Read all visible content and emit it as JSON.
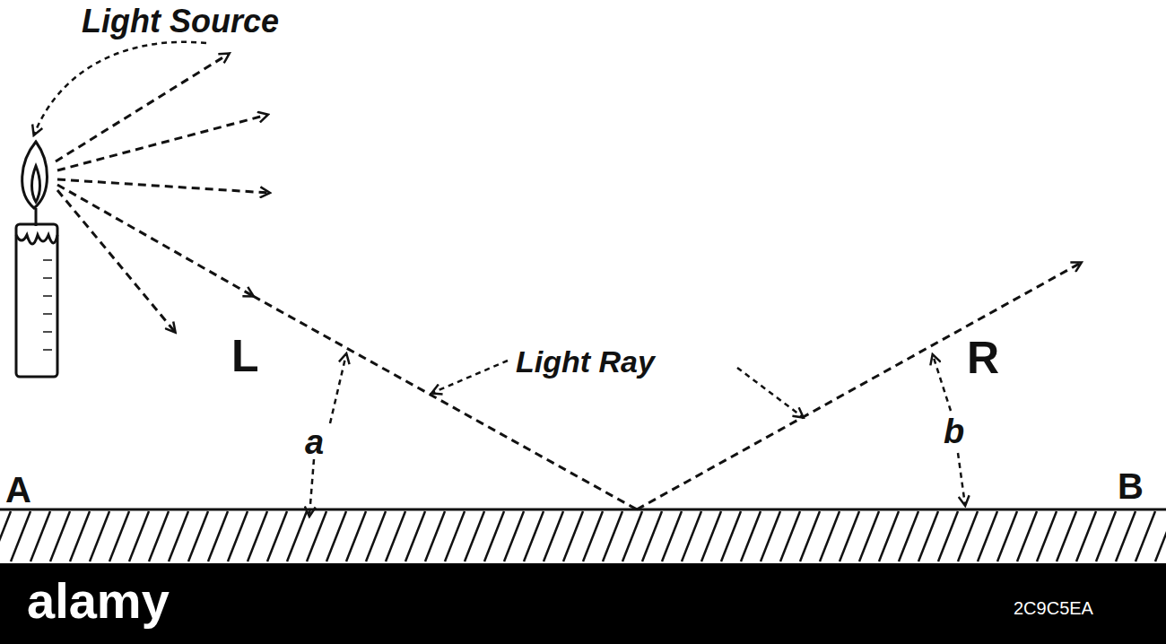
{
  "diagram": {
    "labels": [
      "Light Source",
      "L",
      "Light Ray",
      "R",
      "a",
      "b",
      "A",
      "B",
      "alamy",
      "2C9C5EA"
    ]
  }
}
